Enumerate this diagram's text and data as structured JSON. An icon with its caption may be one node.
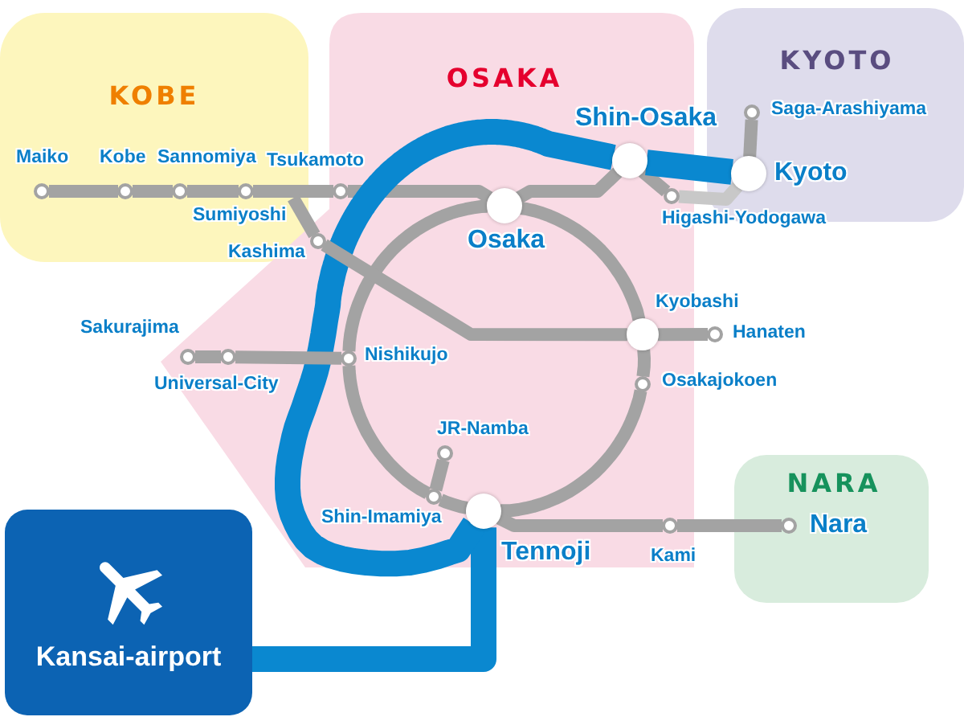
{
  "diagram": {
    "nodes": [
      {
        "text": [
          "KOBE"
        ]
      },
      {
        "text": [],
        "shape": "circle",
        "beside": [
          "Maiko"
        ],
        "in": 0
      },
      {
        "text": [],
        "shape": "circle",
        "beside": [
          "Kobe"
        ],
        "in": 0
      },
      {
        "text": [],
        "shape": "circle",
        "beside": [
          "Sannomiya"
        ],
        "in": 0
      },
      {
        "text": [],
        "shape": "circle",
        "beside": [
          "Sumiyoshi"
        ],
        "in": 0
      },
      {
        "text": [
          "OSAKA"
        ]
      },
      {
        "text": [],
        "shape": "circle",
        "beside": [
          "Tsukamoto"
        ],
        "in": 5
      },
      {
        "text": [],
        "shape": "circle",
        "beside": [
          "Kashima"
        ],
        "in": 5
      },
      {
        "text": [],
        "shape": "circle",
        "beside": [
          "Osaka"
        ],
        "in": 5
      },
      {
        "text": [],
        "shape": "circle",
        "beside": [
          "Shin-Osaka"
        ],
        "in": 5
      },
      {
        "text": [],
        "shape": "circle",
        "beside": [
          "Higashi-Yodogawa"
        ],
        "in": 5
      },
      {
        "text": [
          "KYOTO"
        ]
      },
      {
        "text": [],
        "shape": "circle",
        "beside": [
          "Saga-Arashiyama"
        ],
        "in": 11
      },
      {
        "text": [],
        "shape": "circle",
        "beside": [
          "Kyoto"
        ],
        "in": 11
      },
      {
        "text": [],
        "shape": "circle",
        "beside": [
          "Sakurajima"
        ],
        "in": 5
      },
      {
        "text": [],
        "shape": "circle",
        "beside": [
          "Universal-City"
        ],
        "in": 5
      },
      {
        "text": [],
        "shape": "circle",
        "beside": [
          "Nishikujo"
        ],
        "in": 5
      },
      {
        "text": [],
        "shape": "circle",
        "beside": [
          "Kyobashi"
        ],
        "in": 5
      },
      {
        "text": [],
        "shape": "circle",
        "beside": [
          "Hanaten"
        ]
      },
      {
        "text": [],
        "shape": "circle",
        "beside": [
          "Osakajokoen"
        ],
        "in": 5
      },
      {
        "text": [],
        "shape": "circle",
        "beside": [
          "JR-Namba"
        ],
        "in": 5
      },
      {
        "text": [],
        "shape": "circle",
        "beside": [
          "Shin-Imamiya"
        ],
        "in": 5
      },
      {
        "text": [],
        "shape": "circle",
        "beside": [
          "Tennoji"
        ],
        "in": 5
      },
      {
        "text": [],
        "shape": "circle",
        "beside": [
          "Kami"
        ],
        "in": 5
      },
      {
        "text": [
          "NARA"
        ]
      },
      {
        "text": [],
        "shape": "circle",
        "beside": [
          "Nara"
        ],
        "in": 24
      },
      {
        "text": [
          "Kansai-airport"
        ]
      }
    ],
    "edges": [
      {
        "from": 1,
        "to": 2,
        "arrow": "none"
      },
      {
        "from": 2,
        "to": 3,
        "arrow": "none"
      },
      {
        "from": 3,
        "to": 4,
        "arrow": "none"
      },
      {
        "from": 4,
        "to": 6,
        "arrow": "none"
      },
      {
        "from": 4,
        "to": 7,
        "arrow": "none"
      },
      {
        "from": 6,
        "to": 8,
        "arrow": "none"
      },
      {
        "from": 8,
        "to": 9,
        "arrow": "none"
      },
      {
        "from": 9,
        "to": 10,
        "arrow": "none"
      },
      {
        "from": 10,
        "to": 13,
        "arrow": "none",
        "color": "#c8c8c8"
      },
      {
        "from": 13,
        "to": 12,
        "arrow": "none"
      },
      {
        "from": 26,
        "to": 22,
        "arrow": "none",
        "style": "thick",
        "color": "#0a88d0"
      },
      {
        "from": 22,
        "to": 9,
        "arrow": "none",
        "style": "thick",
        "color": "#0a88d0"
      },
      {
        "from": 9,
        "to": 13,
        "arrow": "none",
        "style": "thick",
        "color": "#0a88d0"
      },
      {
        "from": 8,
        "to": 17,
        "arrow": "none"
      },
      {
        "from": 17,
        "to": 19,
        "arrow": "none"
      },
      {
        "from": 19,
        "to": 22,
        "arrow": "none"
      },
      {
        "from": 22,
        "to": 21,
        "arrow": "none"
      },
      {
        "from": 21,
        "to": 16,
        "arrow": "none"
      },
      {
        "from": 16,
        "to": 8,
        "arrow": "none"
      },
      {
        "from": 7,
        "to": 17,
        "arrow": "none"
      },
      {
        "from": 17,
        "to": 18,
        "arrow": "none"
      },
      {
        "from": 16,
        "to": 15,
        "arrow": "none"
      },
      {
        "from": 15,
        "to": 14,
        "arrow": "none"
      },
      {
        "from": 21,
        "to": 20,
        "arrow": "none"
      },
      {
        "from": 22,
        "to": 23,
        "arrow": "none"
      },
      {
        "from": 23,
        "to": 25,
        "arrow": "none"
      }
    ]
  }
}
